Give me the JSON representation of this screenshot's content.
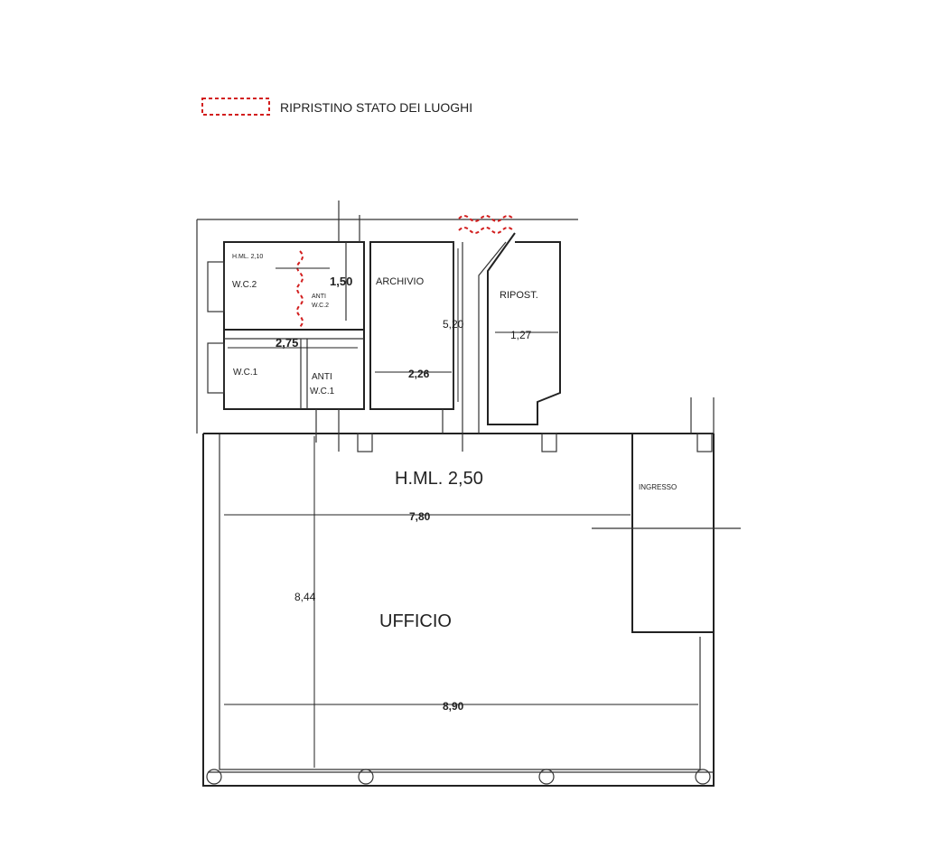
{
  "legend": {
    "label": "RIPRISTINO STATO DEI LUOGHI",
    "symbol_color": "#d21e1e"
  },
  "rooms": {
    "office": "UFFICIO",
    "archive": "ARCHIVIO",
    "storage": "RIPOST.",
    "wc1": "W.C.1",
    "wc2": "W.C.2",
    "anti_wc1_line1": "ANTI",
    "anti_wc1_line2": "W.C.1",
    "anti_wc2_line1": "ANTI",
    "anti_wc2_line2": "W.C.2",
    "tiny_label": "H.ML. 2,10",
    "side_room": "INGRESSO"
  },
  "height_note": "H.ML. 2,50",
  "dimensions": {
    "wc_width": "1,50",
    "wc_block_width": "2,75",
    "archive_width": "2,26",
    "archive_depth": "5,20",
    "storage_width": "1,27",
    "office_width_upper": "7,80",
    "office_depth": "8,44",
    "office_width_lower": "8,90"
  },
  "colors": {
    "walls": "#222222",
    "restoration_marker": "#d21e1e"
  }
}
